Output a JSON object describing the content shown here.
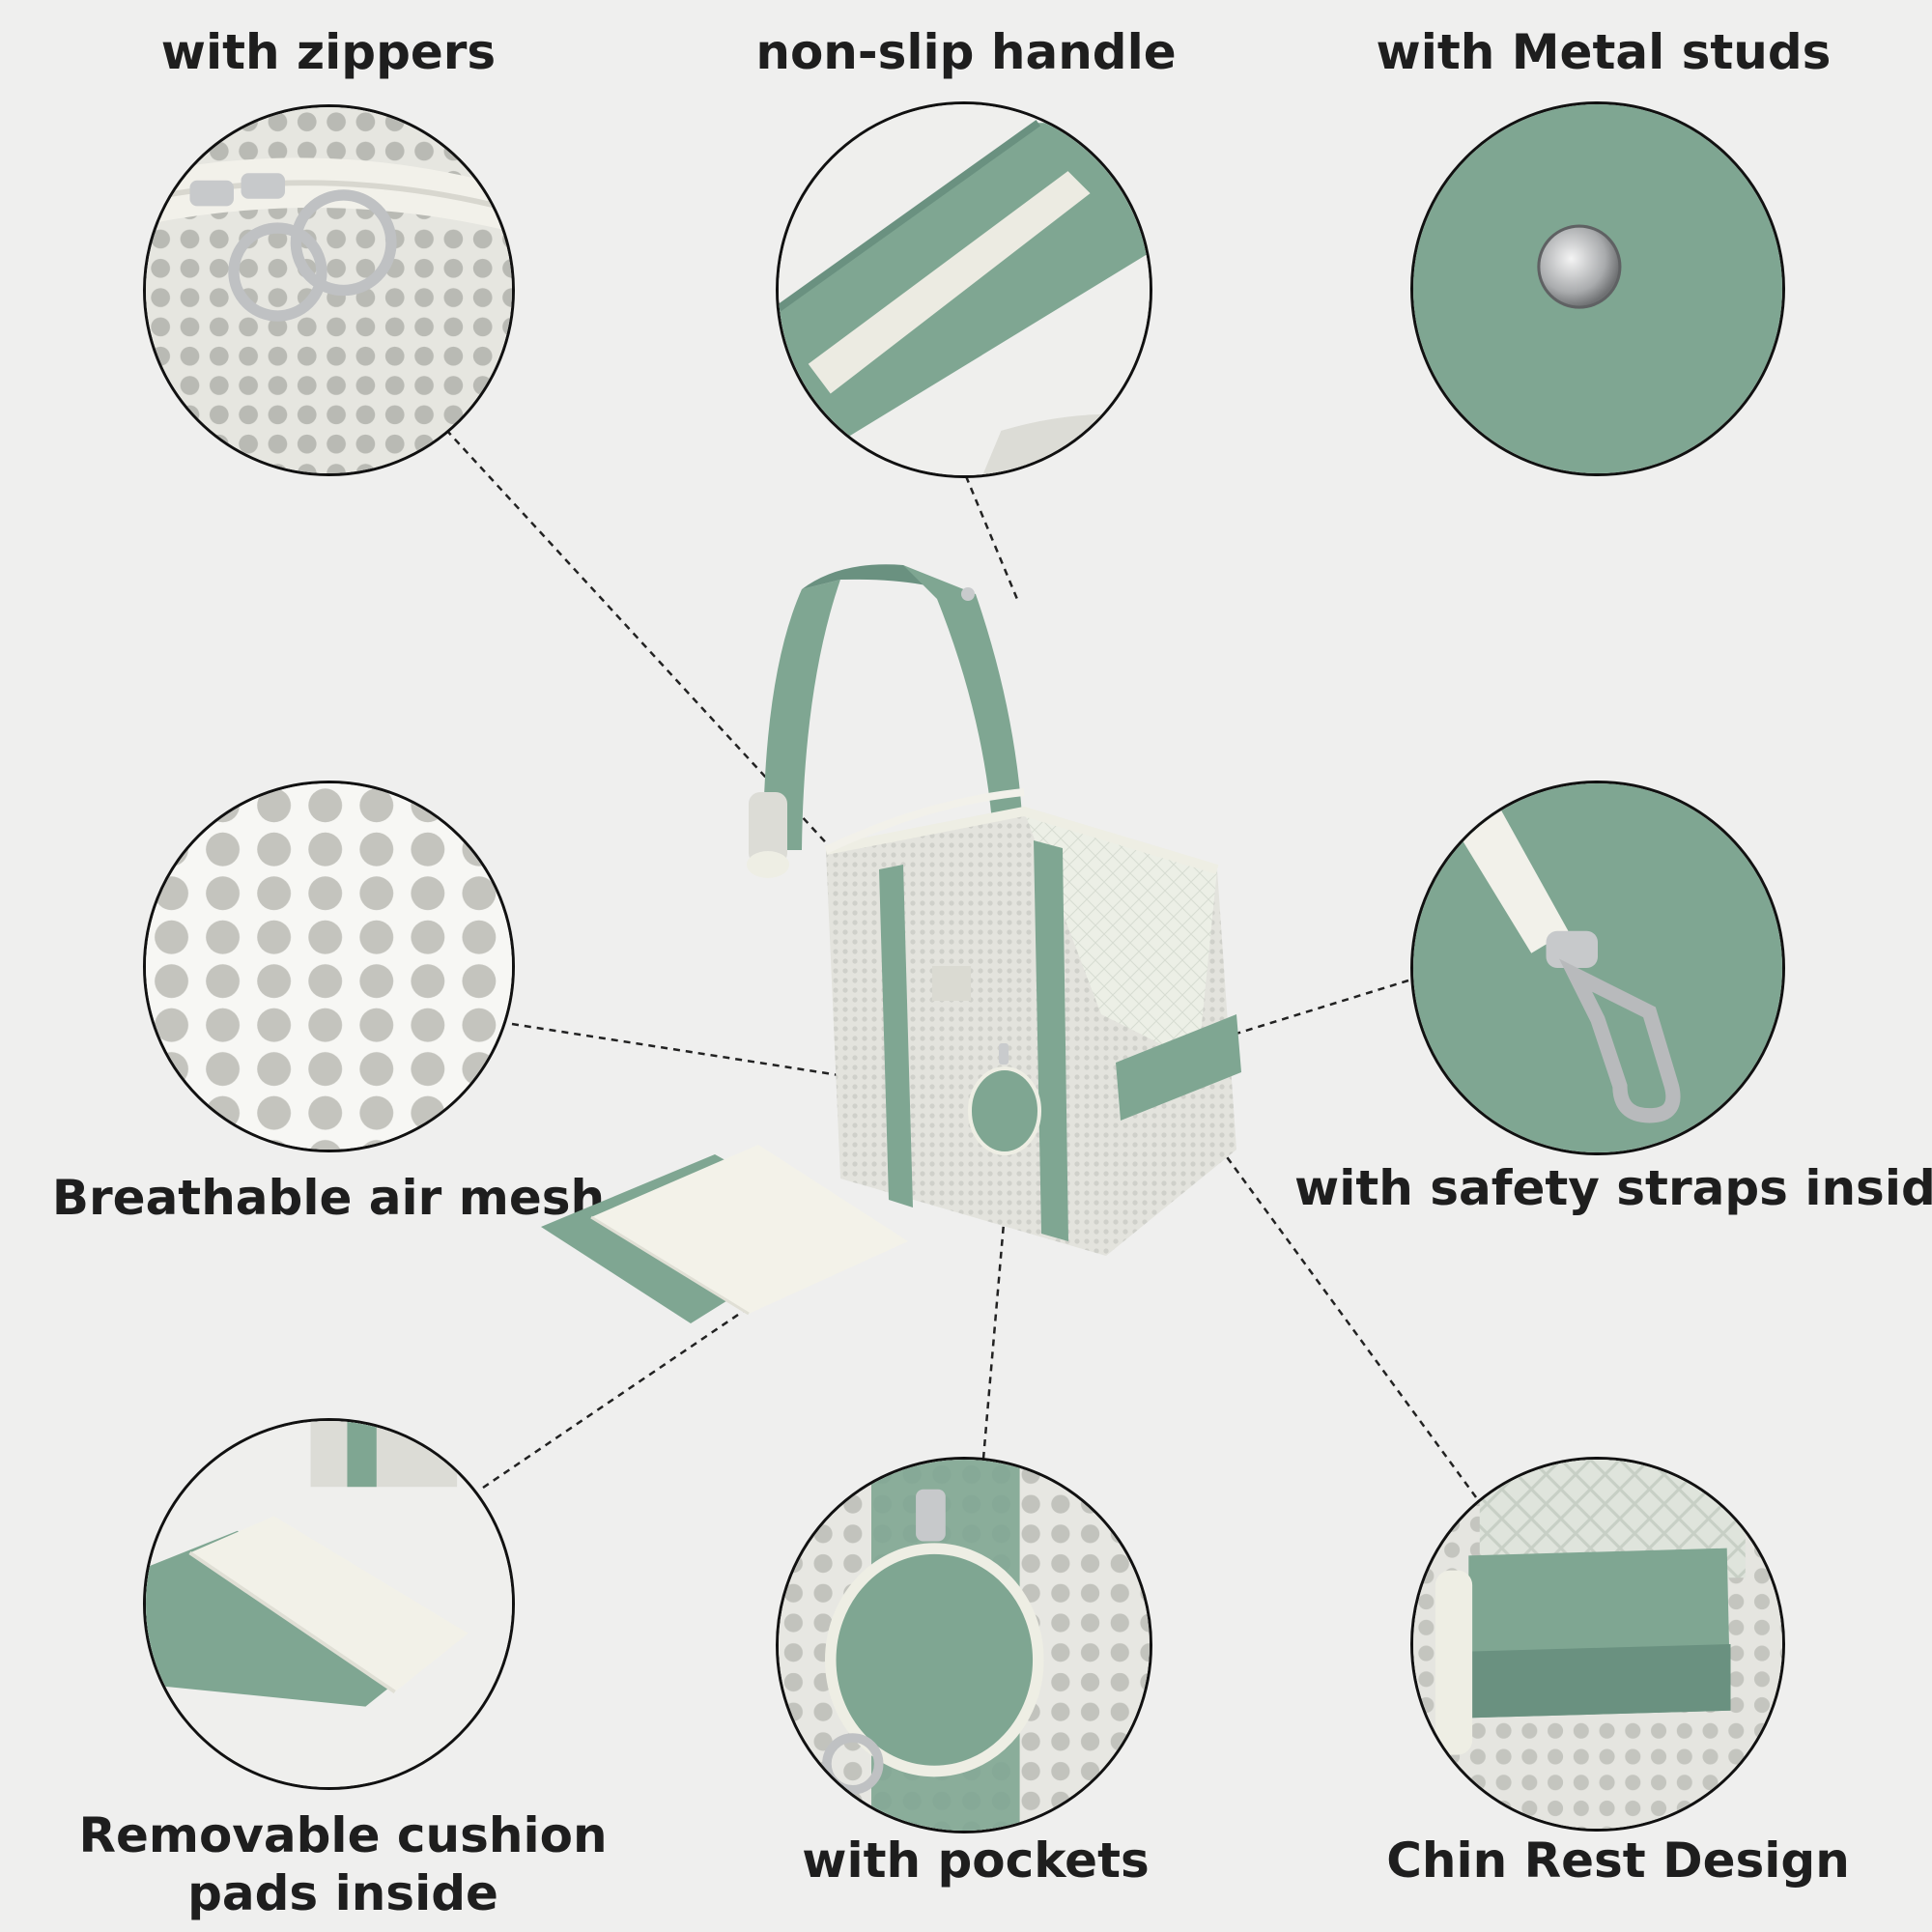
{
  "colors": {
    "background": "#efefee",
    "sage_green": "#7fa692",
    "sage_dark": "#6a9180",
    "cream": "#eeeee4",
    "mesh": "#dcdcd6",
    "metal": "#c9cbcd",
    "text": "#1e1e1e"
  },
  "icons": {
    "zipper": "zipper-rings-icon",
    "handle": "handle-strap-icon",
    "stud": "metal-stud-icon",
    "mesh": "air-mesh-icon",
    "strap": "safety-strap-clip-icon",
    "cushion": "cushion-pad-icon",
    "pocket": "round-pocket-icon",
    "chin": "chin-rest-icon"
  },
  "features": {
    "zippers": {
      "label": "with zippers"
    },
    "handle": {
      "label": "non-slip handle"
    },
    "studs": {
      "label": "with Metal studs"
    },
    "mesh": {
      "label": "Breathable air mesh"
    },
    "straps": {
      "label": "with safety straps inside"
    },
    "cushion": {
      "label_line1": "Removable cushion",
      "label_line2": "pads inside"
    },
    "pockets": {
      "label": "with pockets"
    },
    "chin_rest": {
      "label": "Chin Rest Design"
    }
  }
}
